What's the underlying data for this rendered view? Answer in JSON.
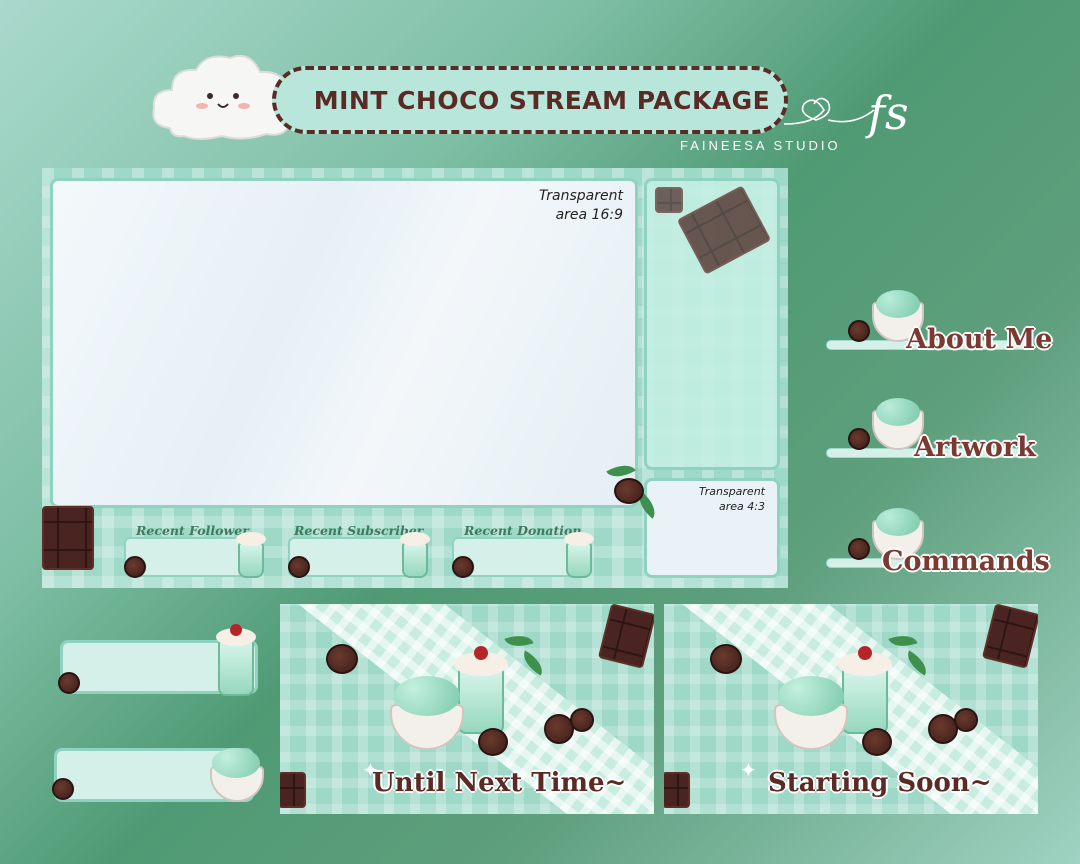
{
  "header": {
    "title": "MINT CHOCO STREAM PACKAGE",
    "brand_mark": "fs",
    "brand_name": "FAINEESA STUDIO"
  },
  "overlay": {
    "main_note": "Transparent\narea 16:9",
    "cam_note": "Transparent\narea 4:3",
    "labels": [
      "Recent Follower",
      "Recent Subscriber",
      "Recent Donation"
    ]
  },
  "panels": [
    "About Me",
    "Artwork",
    "Commands"
  ],
  "scenes": {
    "ending": "Until Next Time~",
    "starting": "Starting Soon~"
  },
  "colors": {
    "mint": "#9ed9c8",
    "mint_light": "#d4f0e8",
    "chocolate": "#5a2a24",
    "background_green": "#4f9a74"
  },
  "icons": [
    "cloud-icon",
    "heart-icon",
    "chocolate-bar-icon",
    "milkshake-icon",
    "ice-cream-icon",
    "cookie-icon",
    "sparkle-icon"
  ]
}
